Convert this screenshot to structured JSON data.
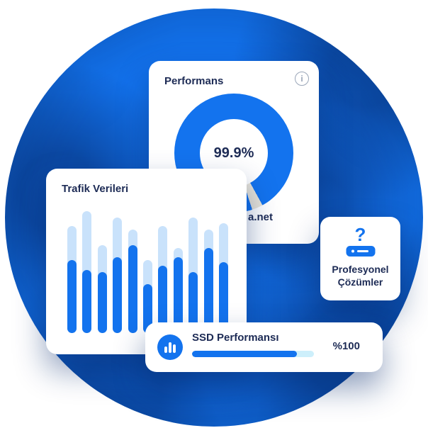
{
  "colors": {
    "primary_blue": "#1373EE",
    "dark_navy_text": "#1D2B55",
    "sphere_shadow": "#062869",
    "light_bar": "#C9E2FB",
    "gauge_rest": "#E9E4D8",
    "progress_track": "#CDEFFB"
  },
  "cards": {
    "performance": {
      "title": "Performans",
      "info_icon": "i",
      "domain_text": "a.net"
    },
    "traffic": {
      "title": "Trafik Verileri"
    },
    "solutions": {
      "question_icon": "?",
      "line1": "Profesyonel",
      "line2": "Çözümler"
    },
    "ssd": {
      "title": "SSD Performansı",
      "value_label": "%100"
    }
  },
  "chart_data": [
    {
      "type": "donut",
      "title": "Performans",
      "value_label": "99.9%",
      "value_percent": 99.9,
      "displayed_fill_percent": 97,
      "start_angle_deg": 162,
      "ring_color": "#1373EE",
      "rest_color": "#E9E4D8"
    },
    {
      "type": "bar",
      "title": "Trafik Verileri",
      "note": "heights as percent of plot height; track = light bar, fill = dark bottom-aligned bar",
      "bars": [
        {
          "track_pct": 88,
          "fill_pct": 60
        },
        {
          "track_pct": 100,
          "fill_pct": 52
        },
        {
          "track_pct": 72,
          "fill_pct": 50
        },
        {
          "track_pct": 95,
          "fill_pct": 62
        },
        {
          "track_pct": 85,
          "fill_pct": 72
        },
        {
          "track_pct": 60,
          "fill_pct": 40
        },
        {
          "track_pct": 88,
          "fill_pct": 55
        },
        {
          "track_pct": 70,
          "fill_pct": 62
        },
        {
          "track_pct": 95,
          "fill_pct": 50
        },
        {
          "track_pct": 85,
          "fill_pct": 70
        },
        {
          "track_pct": 90,
          "fill_pct": 58
        }
      ],
      "track_color": "#C9E2FB",
      "fill_color": "#1373EE"
    },
    {
      "type": "progress",
      "title": "SSD Performansı",
      "value_label": "%100",
      "fill_percent": 86,
      "track_color": "#CDEFFB",
      "fill_color": "#1373EE"
    }
  ]
}
